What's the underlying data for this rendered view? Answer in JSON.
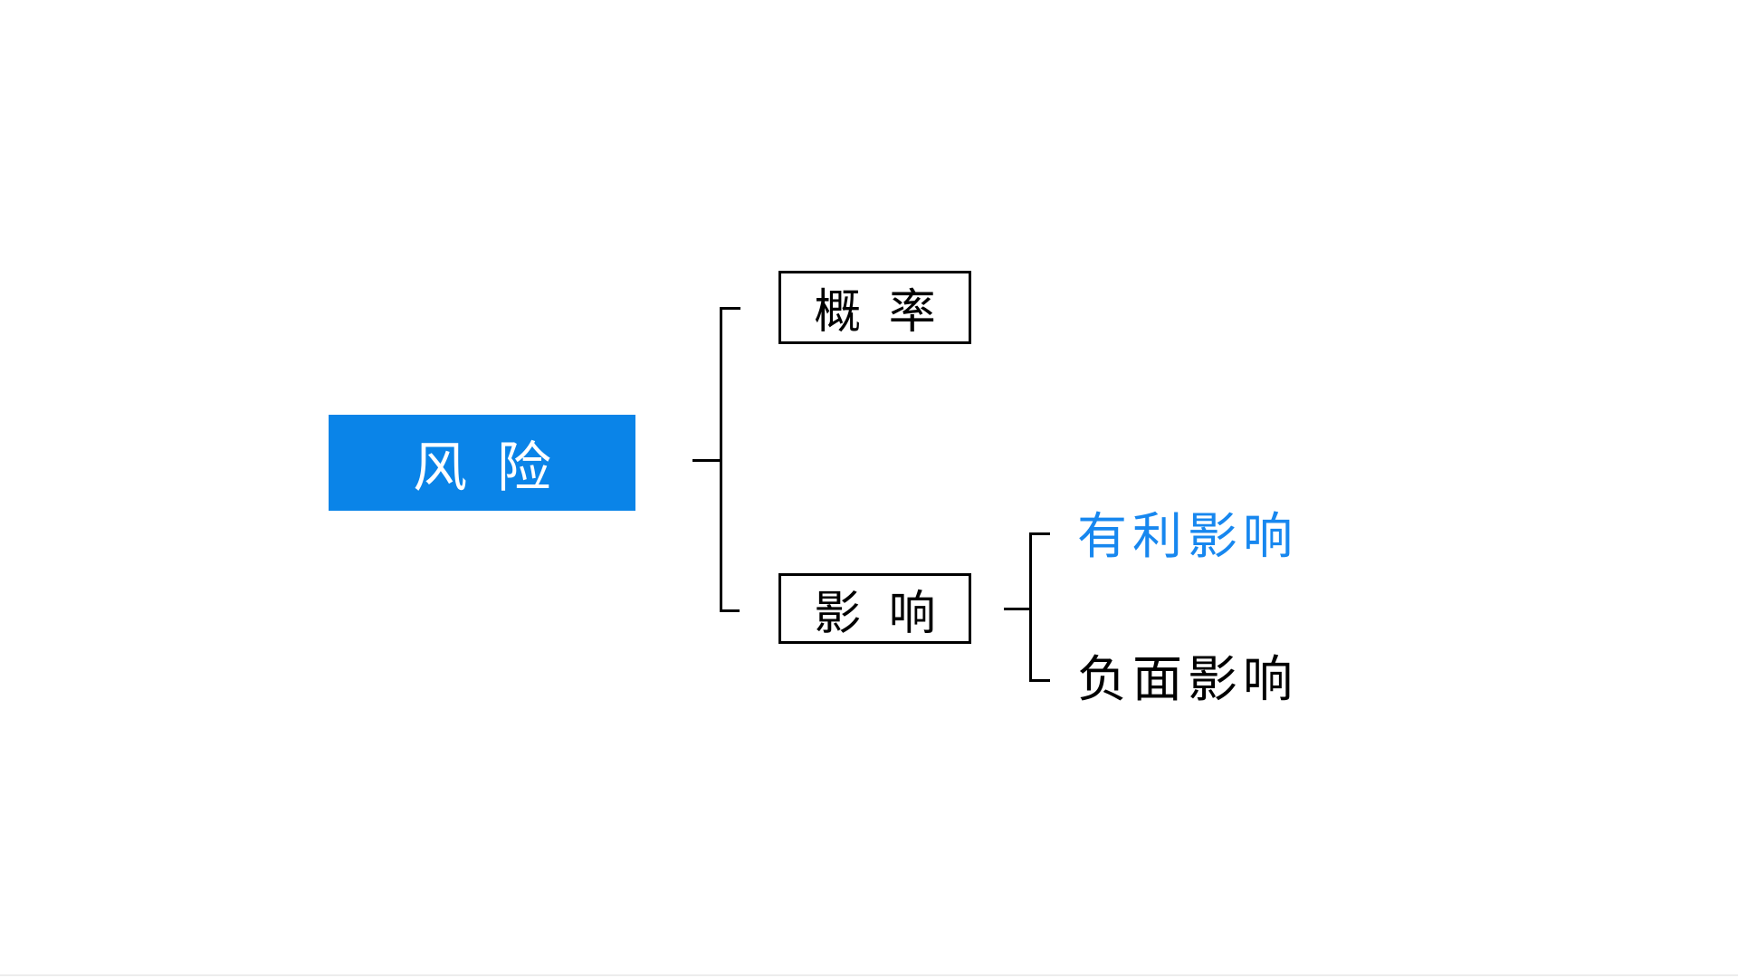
{
  "diagram": {
    "type": "tree",
    "root": {
      "label": "风 险"
    },
    "children": [
      {
        "id": "probability",
        "label": "概 率"
      },
      {
        "id": "impact",
        "label": "影 响"
      }
    ],
    "impact_children": [
      {
        "id": "favorable",
        "label": "有利影响"
      },
      {
        "id": "negative",
        "label": "负面影响"
      }
    ]
  },
  "colors": {
    "accent_blue": "#0a84e8",
    "favorable_text": "#1787ef",
    "line": "#000000",
    "background": "#ffffff",
    "bottom_hairline": "#ededed",
    "root_text": "#ffffff",
    "child_text": "#000000"
  }
}
